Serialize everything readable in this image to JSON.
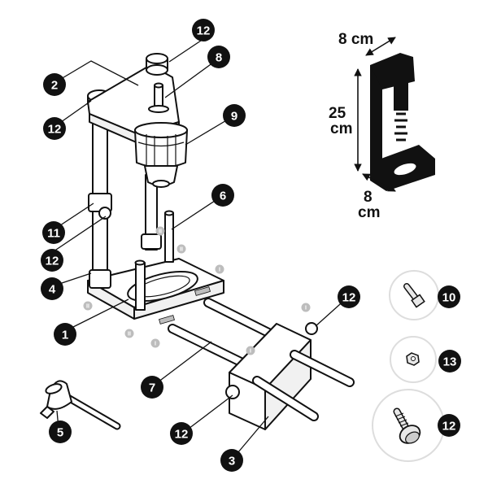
{
  "colors": {
    "ink": "#111111",
    "paper": "#ffffff",
    "callout_circle_stroke": "#dddddd",
    "small_marker_fill": "#bdbdbd"
  },
  "labels": {
    "l1": "1",
    "l2": "2",
    "l3": "3",
    "l4": "4",
    "l5": "5",
    "l6": "6",
    "l7": "7",
    "l8": "8",
    "l9": "9",
    "l10": "10",
    "l11": "11",
    "l12": "12",
    "l13": "13"
  },
  "small_markers": {
    "i": "I",
    "ii": "II"
  },
  "dimensions": {
    "top_width": "8 cm",
    "height_value": "25",
    "height_unit": "cm",
    "depth_value": "8",
    "depth_unit": "cm"
  }
}
